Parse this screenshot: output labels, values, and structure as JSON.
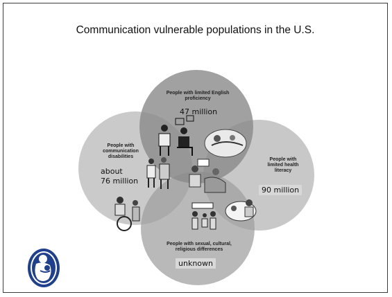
{
  "title": "Communication vulnerable populations in the U.S.",
  "groups": {
    "english": {
      "label": "People with limited English proficiency",
      "value": "47 million"
    },
    "disabilities": {
      "label_line1": "People with",
      "label_line2": "communication",
      "label_line3": "disabilities",
      "value_line1": "about",
      "value_line2": "76 million"
    },
    "health": {
      "label_line1": "People with",
      "label_line2": "limited health",
      "label_line3": "literacy",
      "value": "90 million"
    },
    "cultural": {
      "label_line1": "People with sexual, cultural,",
      "label_line2": "religious differences",
      "value": "unknown"
    }
  },
  "colors": {
    "circle_fill": "#8c8c8c",
    "background": "#ffffff",
    "logo": "#1f3f8f"
  },
  "icons": [
    "doctor-patient-clipart-icon",
    "hospital-bed-clipart-icon",
    "elderly-couple-clipart-icon",
    "wheelchair-clipart-icon",
    "nurse-clipart-icon",
    "family-sign-clipart-icon",
    "patient-bed-clipart-icon",
    "mother-child-logo-icon"
  ]
}
